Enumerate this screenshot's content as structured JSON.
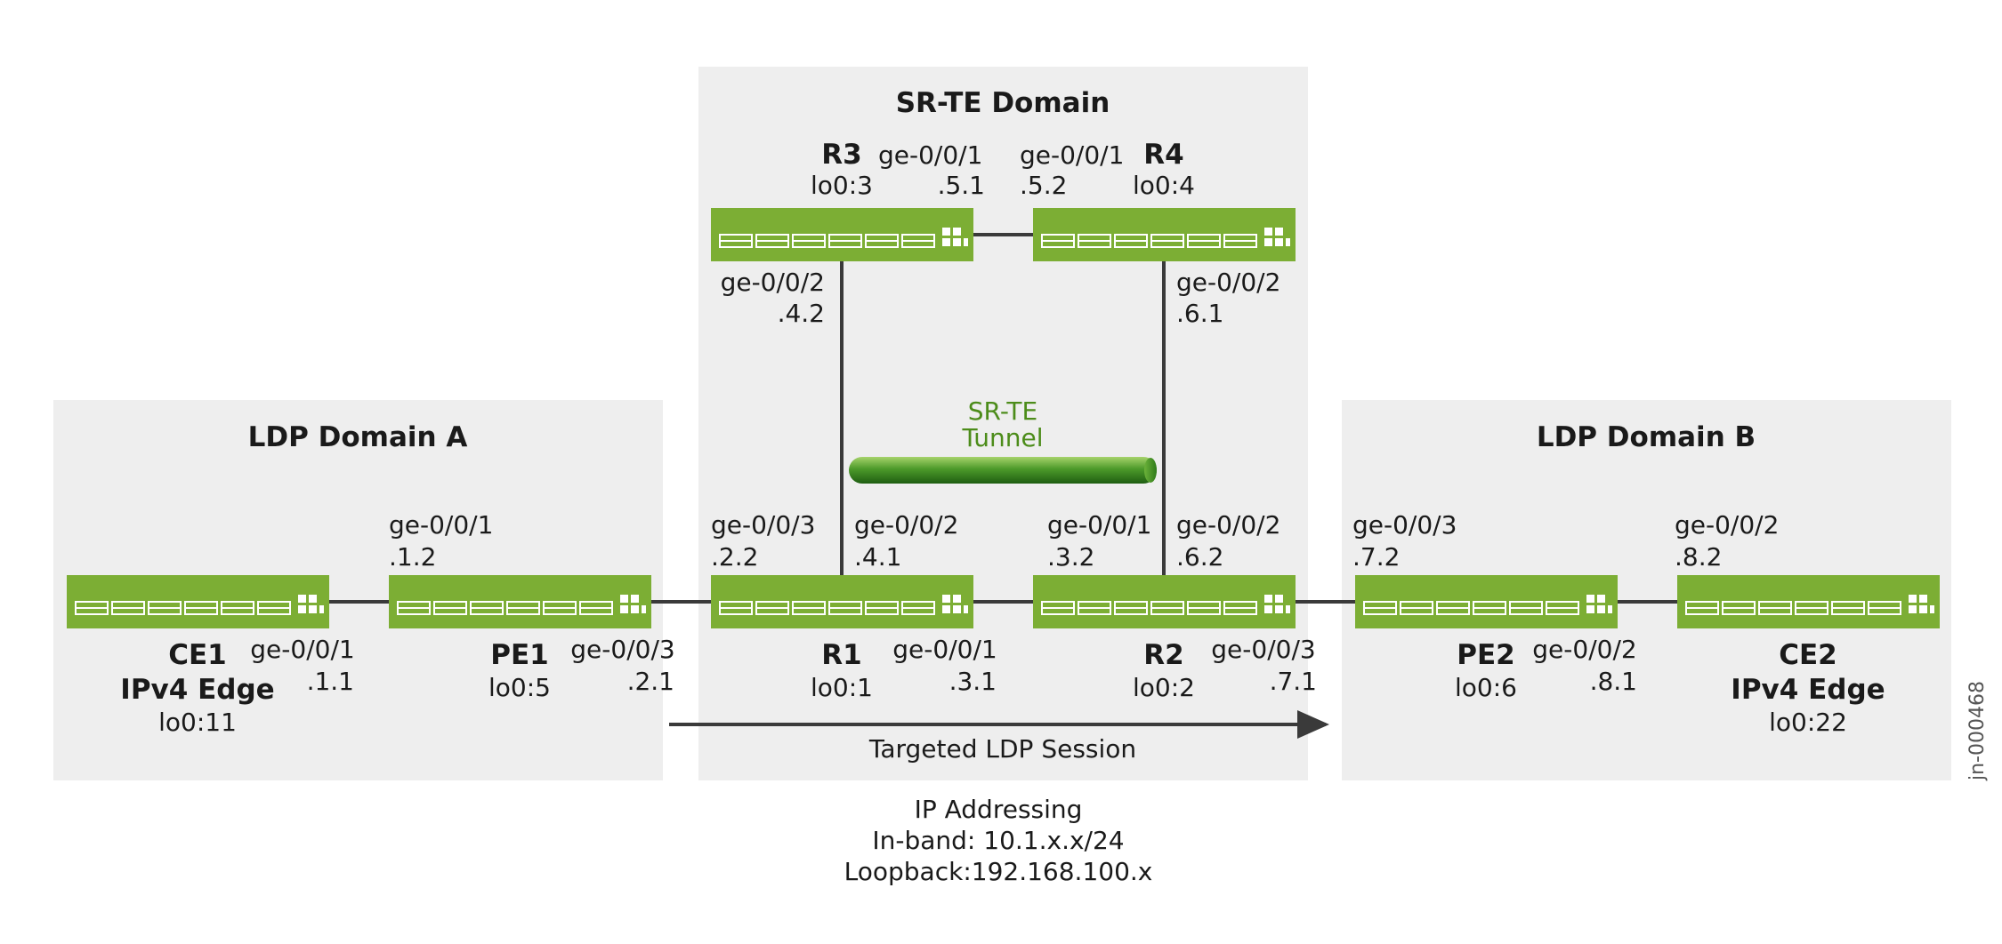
{
  "domains": {
    "ldp_a": "LDP Domain A",
    "srte": "SR-TE Domain",
    "ldp_b": "LDP Domain B"
  },
  "routers": {
    "ce1": {
      "name": "CE1",
      "role": "IPv4 Edge",
      "lo": "lo0:11"
    },
    "pe1": {
      "name": "PE1",
      "lo": "lo0:5"
    },
    "r1": {
      "name": "R1",
      "lo": "lo0:1"
    },
    "r2": {
      "name": "R2",
      "lo": "lo0:2"
    },
    "r3": {
      "name": "R3",
      "lo": "lo0:3"
    },
    "r4": {
      "name": "R4",
      "lo": "lo0:4"
    },
    "pe2": {
      "name": "PE2",
      "lo": "lo0:6"
    },
    "ce2": {
      "name": "CE2",
      "role": "IPv4 Edge",
      "lo": "lo0:22"
    }
  },
  "interfaces": {
    "ce1_if": "ge-0/0/1",
    "ce1_ip": ".1.1",
    "pe1_left_if": "ge-0/0/1",
    "pe1_left_ip": ".1.2",
    "pe1_right_if": "ge-0/0/3",
    "pe1_right_ip": ".2.1",
    "r1_left_if": "ge-0/0/3",
    "r1_left_ip": ".2.2",
    "r1_up_if": "ge-0/0/2",
    "r1_up_ip": ".4.1",
    "r1_right_if": "ge-0/0/1",
    "r1_right_ip": ".3.1",
    "r2_left_if": "ge-0/0/1",
    "r2_left_ip": ".3.2",
    "r2_up_if": "ge-0/0/2",
    "r2_up_ip": ".6.2",
    "r2_right_if": "ge-0/0/3",
    "r2_right_ip": ".7.1",
    "r3_right_if": "ge-0/0/1",
    "r3_right_ip": ".5.1",
    "r3_down_if": "ge-0/0/2",
    "r3_down_ip": ".4.2",
    "r4_left_if": "ge-0/0/1",
    "r4_left_ip": ".5.2",
    "r4_down_if": "ge-0/0/2",
    "r4_down_ip": ".6.1",
    "pe2_left_if": "ge-0/0/3",
    "pe2_left_ip": ".7.2",
    "pe2_right_if": "ge-0/0/2",
    "pe2_right_ip": ".8.1",
    "ce2_if": "ge-0/0/2",
    "ce2_ip": ".8.2"
  },
  "tunnel": {
    "line1": "SR-TE",
    "line2": "Tunnel"
  },
  "session_label": "Targeted LDP Session",
  "addressing": {
    "title": "IP Addressing",
    "inband": "In-band: 10.1.x.x/24",
    "loopback": "Loopback:192.168.100.x"
  },
  "doc_id": "jn-000468",
  "colors": {
    "switch": "#7cae34",
    "tunnel": "#4c8c1a",
    "domain_bg": "#eeeeee"
  }
}
